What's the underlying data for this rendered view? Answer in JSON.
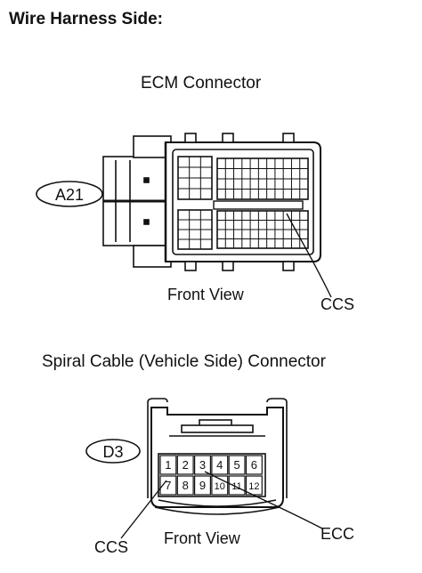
{
  "title": "Wire Harness Side:",
  "ecm": {
    "title": "ECM Connector",
    "code": "A21",
    "view_label": "Front View",
    "pin_label": "CCS"
  },
  "spiral": {
    "title": "Spiral Cable (Vehicle Side) Connector",
    "code": "D3",
    "view_label": "Front View",
    "pins": [
      "1",
      "2",
      "3",
      "4",
      "5",
      "6",
      "7",
      "8",
      "9",
      "10",
      "11",
      "12"
    ],
    "label_ccs": "CCS",
    "label_ecc": "ECC"
  }
}
